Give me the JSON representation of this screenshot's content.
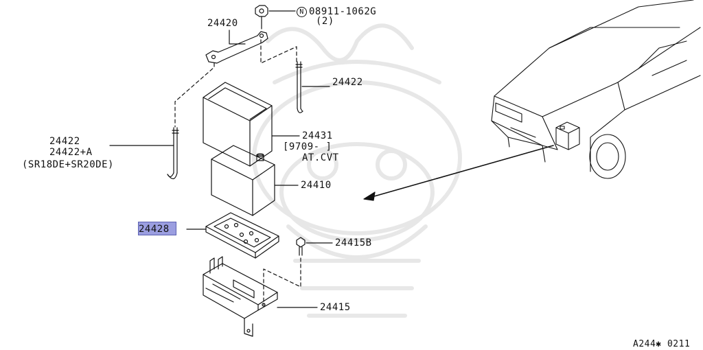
{
  "diagram_code": "A244✱ 0211",
  "labels": {
    "bolt_part": "08911-1062G",
    "bolt_qty": "(2)",
    "nut_symbol": "N",
    "hold_down_plate": "24420",
    "hold_down_rod_top": "24422",
    "hold_down_rod_left_a": "24422",
    "hold_down_rod_left_b": "24422+A",
    "hold_down_rod_left_note": "(SR18DE+SR20DE)",
    "cover": "24431",
    "cover_note_1": "[9709-     ]",
    "cover_note_2": "AT.CVT",
    "battery": "24410",
    "tray_insulator": "24428",
    "bolt_b": "24415B",
    "battery_tray": "24415"
  },
  "colors": {
    "line": "#111111",
    "highlight": "#9b9ee0"
  },
  "icons": {
    "nut_symbol_shape": "circle-letter-icon",
    "watermark": "samurai-helmet-watermark-icon"
  }
}
